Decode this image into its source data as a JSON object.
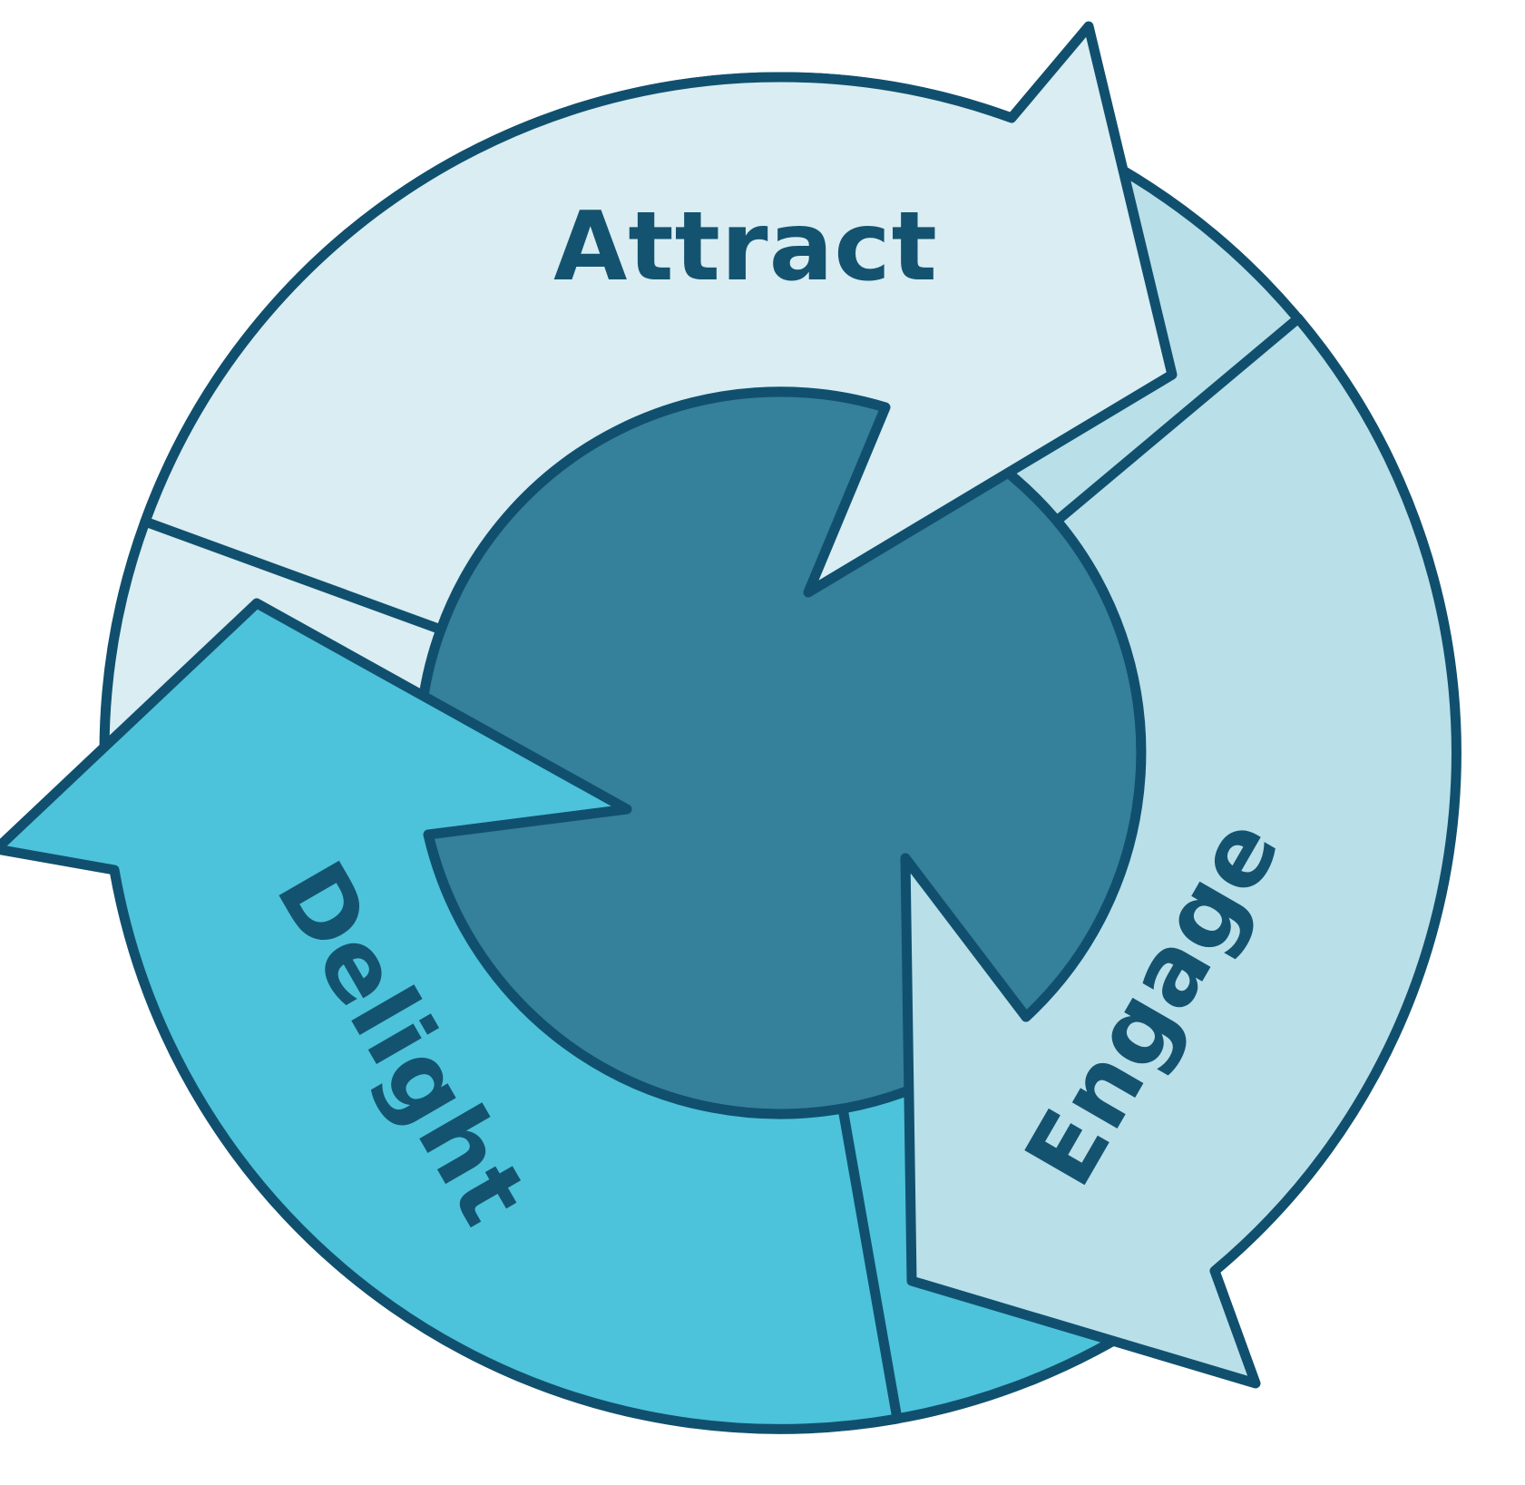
{
  "diagram": {
    "name": "flywheel",
    "stages": [
      {
        "label": "Attract",
        "color": "#d9edf2"
      },
      {
        "label": "Engage",
        "color": "#b9dfe9"
      },
      {
        "label": "Delight",
        "color": "#4cc3da"
      }
    ],
    "hub": {
      "color": "#35809a"
    },
    "style": {
      "outline_color": "#10506e",
      "text_color": "#14536f",
      "background_color": "#ffffff"
    }
  }
}
